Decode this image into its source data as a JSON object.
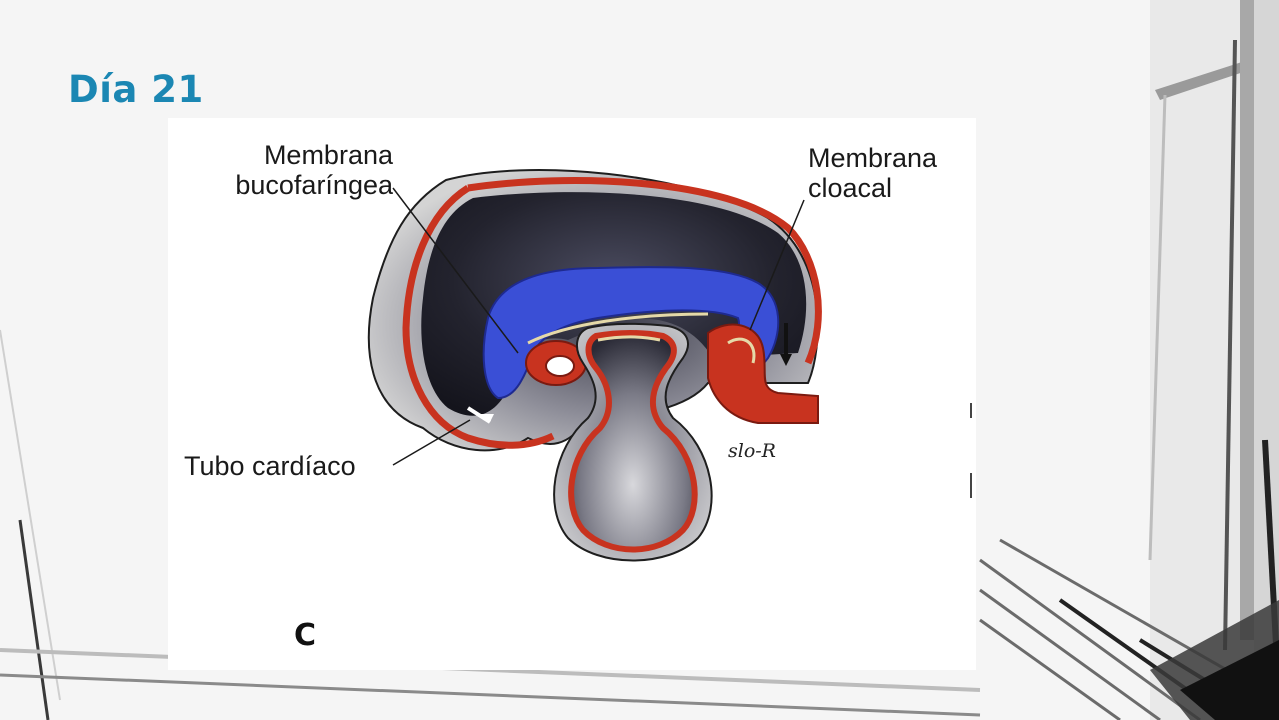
{
  "slide": {
    "title": "Día 21"
  },
  "figure": {
    "labels": {
      "buccopharyngeal_line1": "Membrana",
      "buccopharyngeal_line2": "bucofaríngea",
      "cloacal_line1": "Membrana",
      "cloacal_line2": "cloacal",
      "heart_tube": "Tubo cardíaco"
    },
    "panel_letter": "C",
    "artist_signature": "slo-R",
    "colors": {
      "ectoderm": "#c8331f",
      "endoderm": "#3a4fd6",
      "mesoderm": "#2a2a3a",
      "title": "#1b87b3"
    }
  }
}
